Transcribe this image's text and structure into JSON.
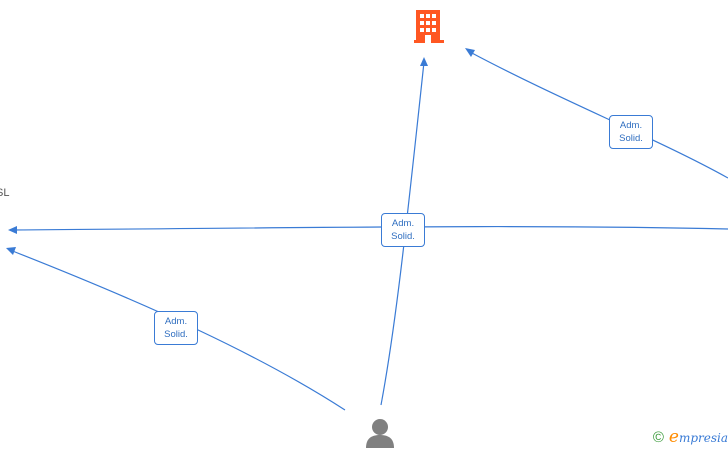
{
  "nodes": {
    "company_icon": "building-icon",
    "person_icon": "person-icon",
    "left_text_1": "SL"
  },
  "edges": [
    {
      "label_line1": "Adm.",
      "label_line2": "Solid."
    },
    {
      "label_line1": "Adm.",
      "label_line2": "Solid."
    },
    {
      "label_line1": "Adm.",
      "label_line2": "Solid."
    }
  ],
  "footer": {
    "copyright_symbol": "©",
    "brand_initial": "e",
    "brand_rest": "mpresia"
  },
  "colors": {
    "edge": "#3a7bd5",
    "company": "#ff5722",
    "person": "#808080",
    "brand_accent": "#ff8c00"
  }
}
